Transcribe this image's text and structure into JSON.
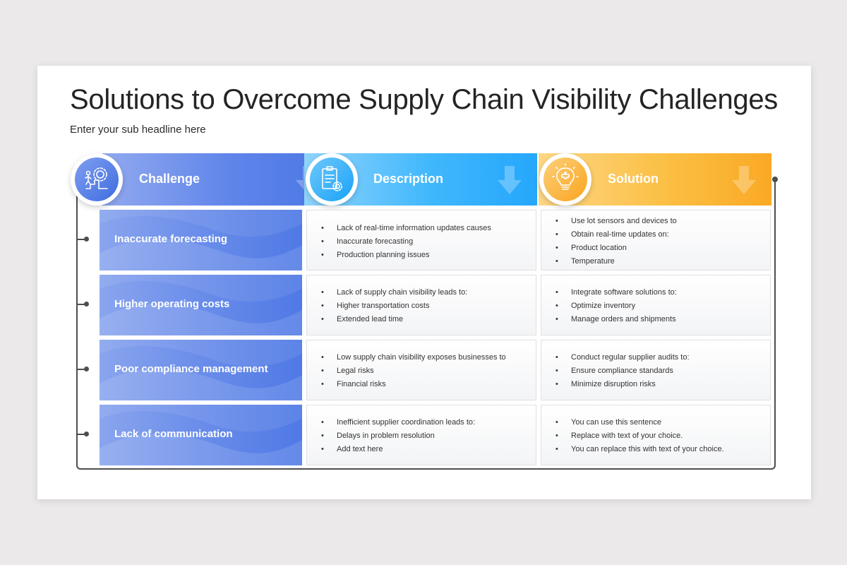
{
  "title": "Solutions to Overcome Supply Chain Visibility Challenges",
  "subtitle": "Enter your sub headline here",
  "colors": {
    "challenge_blue": "#5f85ea",
    "description_cyan": "#3fb7fc",
    "solution_orange": "#fbbf43",
    "connector": "#4d4d4d"
  },
  "columns": [
    {
      "label": "Challenge",
      "icon": "growth-gear-icon"
    },
    {
      "label": "Description",
      "icon": "document-gear-icon"
    },
    {
      "label": "Solution",
      "icon": "lightbulb-puzzle-icon"
    }
  ],
  "rows": [
    {
      "challenge": "Inaccurate forecasting",
      "description": [
        "Lack of real-time information updates causes",
        "Inaccurate forecasting",
        "Production planning issues"
      ],
      "solution": [
        "Use lot sensors and devices to",
        "Obtain real-time updates on:",
        "Product location",
        "Temperature"
      ]
    },
    {
      "challenge": "Higher operating costs",
      "description": [
        "Lack of supply chain visibility leads to:",
        "Higher transportation costs",
        "Extended lead time"
      ],
      "solution": [
        "Integrate software solutions to:",
        "Optimize inventory",
        "Manage orders and shipments"
      ]
    },
    {
      "challenge": "Poor compliance management",
      "description": [
        "Low supply chain visibility exposes businesses to",
        "Legal risks",
        "Financial risks"
      ],
      "solution": [
        "Conduct regular supplier audits to:",
        "Ensure compliance standards",
        "Minimize disruption risks"
      ]
    },
    {
      "challenge": "Lack of communication",
      "description": [
        "Inefficient supplier coordination leads to:",
        "Delays in problem resolution",
        "Add text here"
      ],
      "solution": [
        "You can use this sentence",
        "Replace with text of your choice.",
        "You can replace this with text of your choice."
      ]
    }
  ]
}
